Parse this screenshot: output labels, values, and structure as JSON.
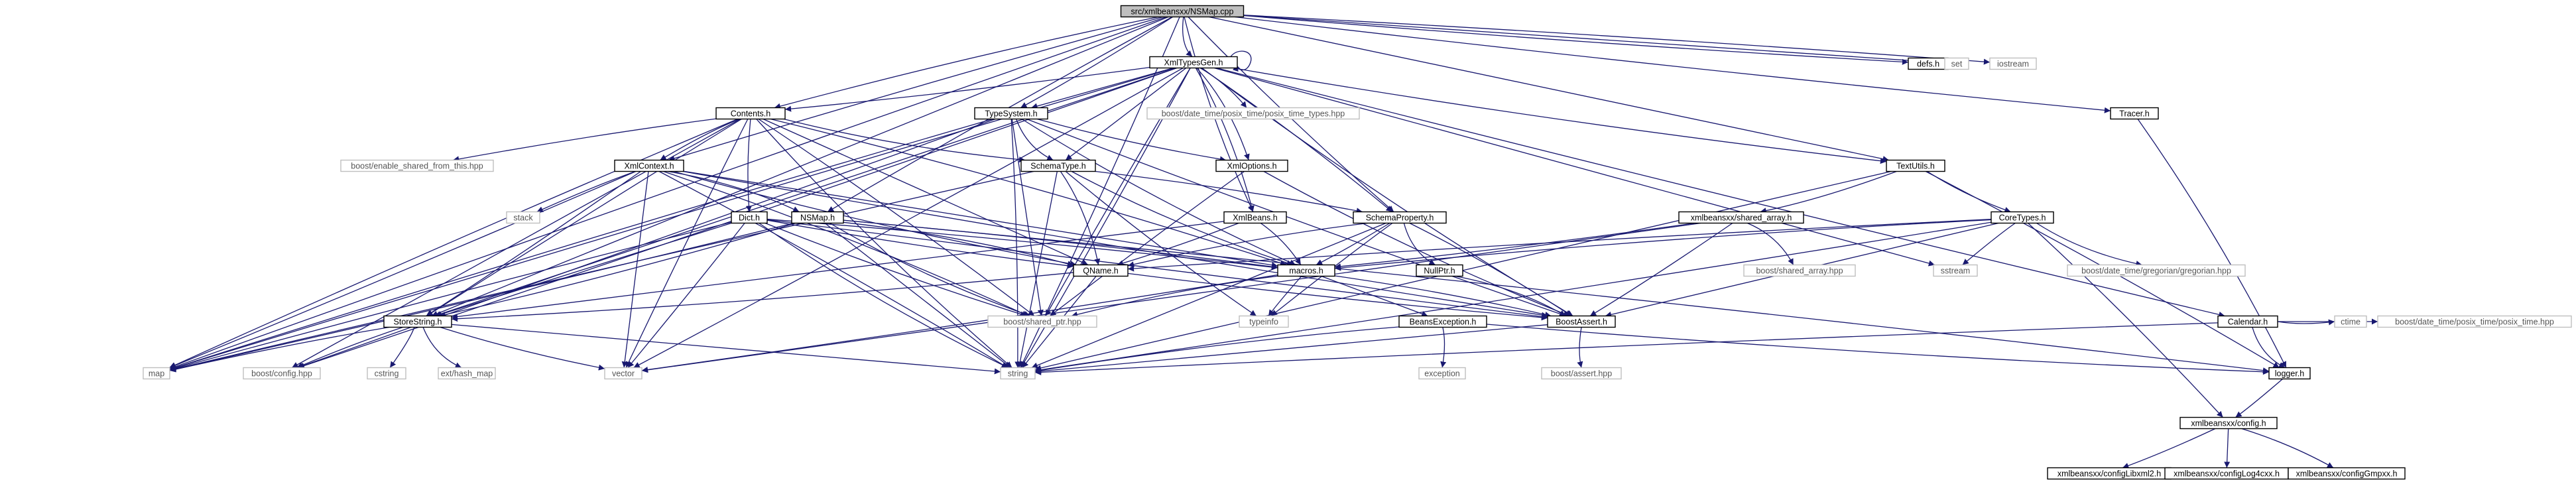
{
  "graph": {
    "title_node": "src/xmlbeansxx/NSMap.cpp",
    "colors": {
      "edge": "#191970",
      "node_border": "#000000",
      "node_fill": "#ffffff",
      "root_fill": "#bfbfbf",
      "external_border": "#bfbfbf",
      "external_text": "#555555"
    },
    "nodes": [
      {
        "id": "nsmap_cpp",
        "label": "src/xmlbeansxx/NSMap.cpp",
        "kind": "root"
      },
      {
        "id": "xmltypesgen",
        "label": "XmlTypesGen.h",
        "kind": "local"
      },
      {
        "id": "defs",
        "label": "defs.h",
        "kind": "local"
      },
      {
        "id": "set",
        "label": "set",
        "kind": "external"
      },
      {
        "id": "iostream",
        "label": "iostream",
        "kind": "external"
      },
      {
        "id": "contents",
        "label": "Contents.h",
        "kind": "local"
      },
      {
        "id": "typesystem",
        "label": "TypeSystem.h",
        "kind": "local"
      },
      {
        "id": "posix_time_types",
        "label": "boost/date_time/posix_time/posix_time_types.hpp",
        "kind": "external"
      },
      {
        "id": "tracer",
        "label": "Tracer.h",
        "kind": "local"
      },
      {
        "id": "textutils",
        "label": "TextUtils.h",
        "kind": "local"
      },
      {
        "id": "enable_shared",
        "label": "boost/enable_shared_from_this.hpp",
        "kind": "external"
      },
      {
        "id": "xmlcontext",
        "label": "XmlContext.h",
        "kind": "local"
      },
      {
        "id": "schematype",
        "label": "SchemaType.h",
        "kind": "local"
      },
      {
        "id": "xmloptions",
        "label": "XmlOptions.h",
        "kind": "local"
      },
      {
        "id": "stack",
        "label": "stack",
        "kind": "external"
      },
      {
        "id": "dict",
        "label": "Dict.h",
        "kind": "local"
      },
      {
        "id": "nsmap_h",
        "label": "NSMap.h",
        "kind": "local"
      },
      {
        "id": "xmlbeans",
        "label": "XmlBeans.h",
        "kind": "local"
      },
      {
        "id": "schemaproperty",
        "label": "SchemaProperty.h",
        "kind": "local"
      },
      {
        "id": "shared_array_h",
        "label": "xmlbeansxx/shared_array.h",
        "kind": "local"
      },
      {
        "id": "coretypes",
        "label": "CoreTypes.h",
        "kind": "local"
      },
      {
        "id": "calendar",
        "label": "Calendar.h",
        "kind": "local"
      },
      {
        "id": "nullptr",
        "label": "NullPtr.h",
        "kind": "local"
      },
      {
        "id": "qname",
        "label": "QName.h",
        "kind": "local"
      },
      {
        "id": "macros",
        "label": "macros.h",
        "kind": "local"
      },
      {
        "id": "boost_shared_array",
        "label": "boost/shared_array.hpp",
        "kind": "external"
      },
      {
        "id": "sstream",
        "label": "sstream",
        "kind": "external"
      },
      {
        "id": "gregorian",
        "label": "boost/date_time/gregorian/gregorian.hpp",
        "kind": "external"
      },
      {
        "id": "storestring",
        "label": "StoreString.h",
        "kind": "local"
      },
      {
        "id": "shared_ptr",
        "label": "boost/shared_ptr.hpp",
        "kind": "external"
      },
      {
        "id": "typeinfo",
        "label": "typeinfo",
        "kind": "external"
      },
      {
        "id": "beansexception",
        "label": "BeansException.h",
        "kind": "local"
      },
      {
        "id": "boostassert",
        "label": "BoostAssert.h",
        "kind": "local"
      },
      {
        "id": "ctime",
        "label": "ctime",
        "kind": "external"
      },
      {
        "id": "posix_time",
        "label": "boost/date_time/posix_time/posix_time.hpp",
        "kind": "external"
      },
      {
        "id": "map",
        "label": "map",
        "kind": "external"
      },
      {
        "id": "boost_config",
        "label": "boost/config.hpp",
        "kind": "external"
      },
      {
        "id": "cstring",
        "label": "cstring",
        "kind": "external"
      },
      {
        "id": "hash_map",
        "label": "ext/hash_map",
        "kind": "external"
      },
      {
        "id": "vector",
        "label": "vector",
        "kind": "external"
      },
      {
        "id": "string",
        "label": "string",
        "kind": "external"
      },
      {
        "id": "exception",
        "label": "exception",
        "kind": "external"
      },
      {
        "id": "boost_assert",
        "label": "boost/assert.hpp",
        "kind": "external"
      },
      {
        "id": "logger",
        "label": "logger.h",
        "kind": "local"
      },
      {
        "id": "xconfig",
        "label": "xmlbeansxx/config.h",
        "kind": "local"
      },
      {
        "id": "config_libxml2",
        "label": "xmlbeansxx/configLibxml2.h",
        "kind": "local"
      },
      {
        "id": "config_log4cxx",
        "label": "xmlbeansxx/configLog4cxx.h",
        "kind": "local"
      },
      {
        "id": "config_gmpxx",
        "label": "xmlbeansxx/configGmpxx.h",
        "kind": "local"
      }
    ],
    "edges": [
      [
        "nsmap_cpp",
        "xmltypesgen"
      ],
      [
        "nsmap_cpp",
        "defs"
      ],
      [
        "nsmap_cpp",
        "set"
      ],
      [
        "nsmap_cpp",
        "iostream"
      ],
      [
        "nsmap_cpp",
        "contents"
      ],
      [
        "nsmap_cpp",
        "typesystem"
      ],
      [
        "nsmap_cpp",
        "tracer"
      ],
      [
        "nsmap_cpp",
        "textutils"
      ],
      [
        "nsmap_cpp",
        "xmlcontext"
      ],
      [
        "nsmap_cpp",
        "nsmap_h"
      ],
      [
        "nsmap_cpp",
        "xmlbeans"
      ],
      [
        "nsmap_cpp",
        "schemaproperty"
      ],
      [
        "nsmap_cpp",
        "storestring"
      ],
      [
        "nsmap_cpp",
        "map"
      ],
      [
        "nsmap_cpp",
        "string"
      ],
      [
        "xmltypesgen",
        "xmltypesgen"
      ],
      [
        "xmltypesgen",
        "contents"
      ],
      [
        "xmltypesgen",
        "typesystem"
      ],
      [
        "xmltypesgen",
        "posix_time_types"
      ],
      [
        "xmltypesgen",
        "xmloptions"
      ],
      [
        "xmltypesgen",
        "textutils"
      ],
      [
        "xmltypesgen",
        "calendar"
      ],
      [
        "xmltypesgen",
        "schematype"
      ],
      [
        "xmltypesgen",
        "schemaproperty"
      ],
      [
        "xmltypesgen",
        "xmlbeans"
      ],
      [
        "xmltypesgen",
        "boostassert"
      ],
      [
        "xmltypesgen",
        "shared_ptr"
      ],
      [
        "xmltypesgen",
        "storestring"
      ],
      [
        "xmltypesgen",
        "map"
      ],
      [
        "xmltypesgen",
        "string"
      ],
      [
        "xmltypesgen",
        "vector"
      ],
      [
        "xmltypesgen",
        "boost_config"
      ],
      [
        "xmltypesgen",
        "sstream"
      ],
      [
        "contents",
        "enable_shared"
      ],
      [
        "contents",
        "xmlcontext"
      ],
      [
        "contents",
        "schematype"
      ],
      [
        "contents",
        "dict"
      ],
      [
        "contents",
        "qname"
      ],
      [
        "contents",
        "shared_ptr"
      ],
      [
        "contents",
        "map"
      ],
      [
        "contents",
        "string"
      ],
      [
        "contents",
        "vector"
      ],
      [
        "contents",
        "boost_config"
      ],
      [
        "contents",
        "storestring"
      ],
      [
        "contents",
        "macros"
      ],
      [
        "typesystem",
        "schematype"
      ],
      [
        "typesystem",
        "xmloptions"
      ],
      [
        "typesystem",
        "shared_ptr"
      ],
      [
        "typesystem",
        "string"
      ],
      [
        "typesystem",
        "map"
      ],
      [
        "typesystem",
        "macros"
      ],
      [
        "typesystem",
        "boostassert"
      ],
      [
        "typesystem",
        "boost_config"
      ],
      [
        "xmlcontext",
        "stack"
      ],
      [
        "xmlcontext",
        "nsmap_h"
      ],
      [
        "xmlcontext",
        "storestring"
      ],
      [
        "xmlcontext",
        "map"
      ],
      [
        "xmlcontext",
        "vector"
      ],
      [
        "xmlcontext",
        "string"
      ],
      [
        "xmlcontext",
        "shared_ptr"
      ],
      [
        "xmlcontext",
        "qname"
      ],
      [
        "xmlcontext",
        "boostassert"
      ],
      [
        "xmlcontext",
        "macros"
      ],
      [
        "schematype",
        "schemaproperty"
      ],
      [
        "schematype",
        "qname"
      ],
      [
        "schematype",
        "macros"
      ],
      [
        "schematype",
        "typeinfo"
      ],
      [
        "schematype",
        "string"
      ],
      [
        "schematype",
        "map"
      ],
      [
        "xmloptions",
        "shared_ptr"
      ],
      [
        "xmloptions",
        "boostassert"
      ],
      [
        "dict",
        "qname"
      ],
      [
        "dict",
        "storestring"
      ],
      [
        "dict",
        "map"
      ],
      [
        "dict",
        "vector"
      ],
      [
        "dict",
        "string"
      ],
      [
        "dict",
        "shared_ptr"
      ],
      [
        "dict",
        "boostassert"
      ],
      [
        "dict",
        "macros"
      ],
      [
        "nsmap_h",
        "qname"
      ],
      [
        "nsmap_h",
        "storestring"
      ],
      [
        "nsmap_h",
        "map"
      ],
      [
        "nsmap_h",
        "string"
      ],
      [
        "nsmap_h",
        "macros"
      ],
      [
        "nsmap_h",
        "logger"
      ],
      [
        "nsmap_h",
        "shared_ptr"
      ],
      [
        "xmlbeans",
        "qname"
      ],
      [
        "xmlbeans",
        "storestring"
      ],
      [
        "xmlbeans",
        "macros"
      ],
      [
        "schemaproperty",
        "qname"
      ],
      [
        "schemaproperty",
        "nullptr"
      ],
      [
        "schemaproperty",
        "macros"
      ],
      [
        "schemaproperty",
        "string"
      ],
      [
        "schemaproperty",
        "boostassert"
      ],
      [
        "schemaproperty",
        "typeinfo"
      ],
      [
        "textutils",
        "shared_array_h"
      ],
      [
        "textutils",
        "coretypes"
      ],
      [
        "textutils",
        "string"
      ],
      [
        "textutils",
        "logger"
      ],
      [
        "shared_array_h",
        "boost_shared_array"
      ],
      [
        "shared_array_h",
        "boostassert"
      ],
      [
        "shared_array_h",
        "macros"
      ],
      [
        "shared_array_h",
        "vector"
      ],
      [
        "coretypes",
        "qname"
      ],
      [
        "coretypes",
        "sstream"
      ],
      [
        "coretypes",
        "gregorian"
      ],
      [
        "coretypes",
        "string"
      ],
      [
        "coretypes",
        "boostassert"
      ],
      [
        "coretypes",
        "xconfig"
      ],
      [
        "coretypes",
        "macros"
      ],
      [
        "calendar",
        "logger"
      ],
      [
        "calendar",
        "ctime"
      ],
      [
        "calendar",
        "posix_time"
      ],
      [
        "calendar",
        "string"
      ],
      [
        "nullptr",
        "boostassert"
      ],
      [
        "qname",
        "storestring"
      ],
      [
        "qname",
        "boostassert"
      ],
      [
        "qname",
        "string"
      ],
      [
        "macros",
        "boostassert"
      ],
      [
        "macros",
        "shared_ptr"
      ],
      [
        "macros",
        "typeinfo"
      ],
      [
        "macros",
        "vector"
      ],
      [
        "macros",
        "beansexception"
      ],
      [
        "beansexception",
        "exception"
      ],
      [
        "beansexception",
        "string"
      ],
      [
        "beansexception",
        "logger"
      ],
      [
        "boostassert",
        "boost_assert"
      ],
      [
        "boostassert",
        "string"
      ],
      [
        "storestring",
        "boost_config"
      ],
      [
        "storestring",
        "cstring"
      ],
      [
        "storestring",
        "hash_map"
      ],
      [
        "storestring",
        "vector"
      ],
      [
        "storestring",
        "string"
      ],
      [
        "storestring",
        "map"
      ],
      [
        "tracer",
        "logger"
      ],
      [
        "logger",
        "xconfig"
      ],
      [
        "xconfig",
        "config_libxml2"
      ],
      [
        "xconfig",
        "config_log4cxx"
      ],
      [
        "xconfig",
        "config_gmpxx"
      ]
    ]
  }
}
